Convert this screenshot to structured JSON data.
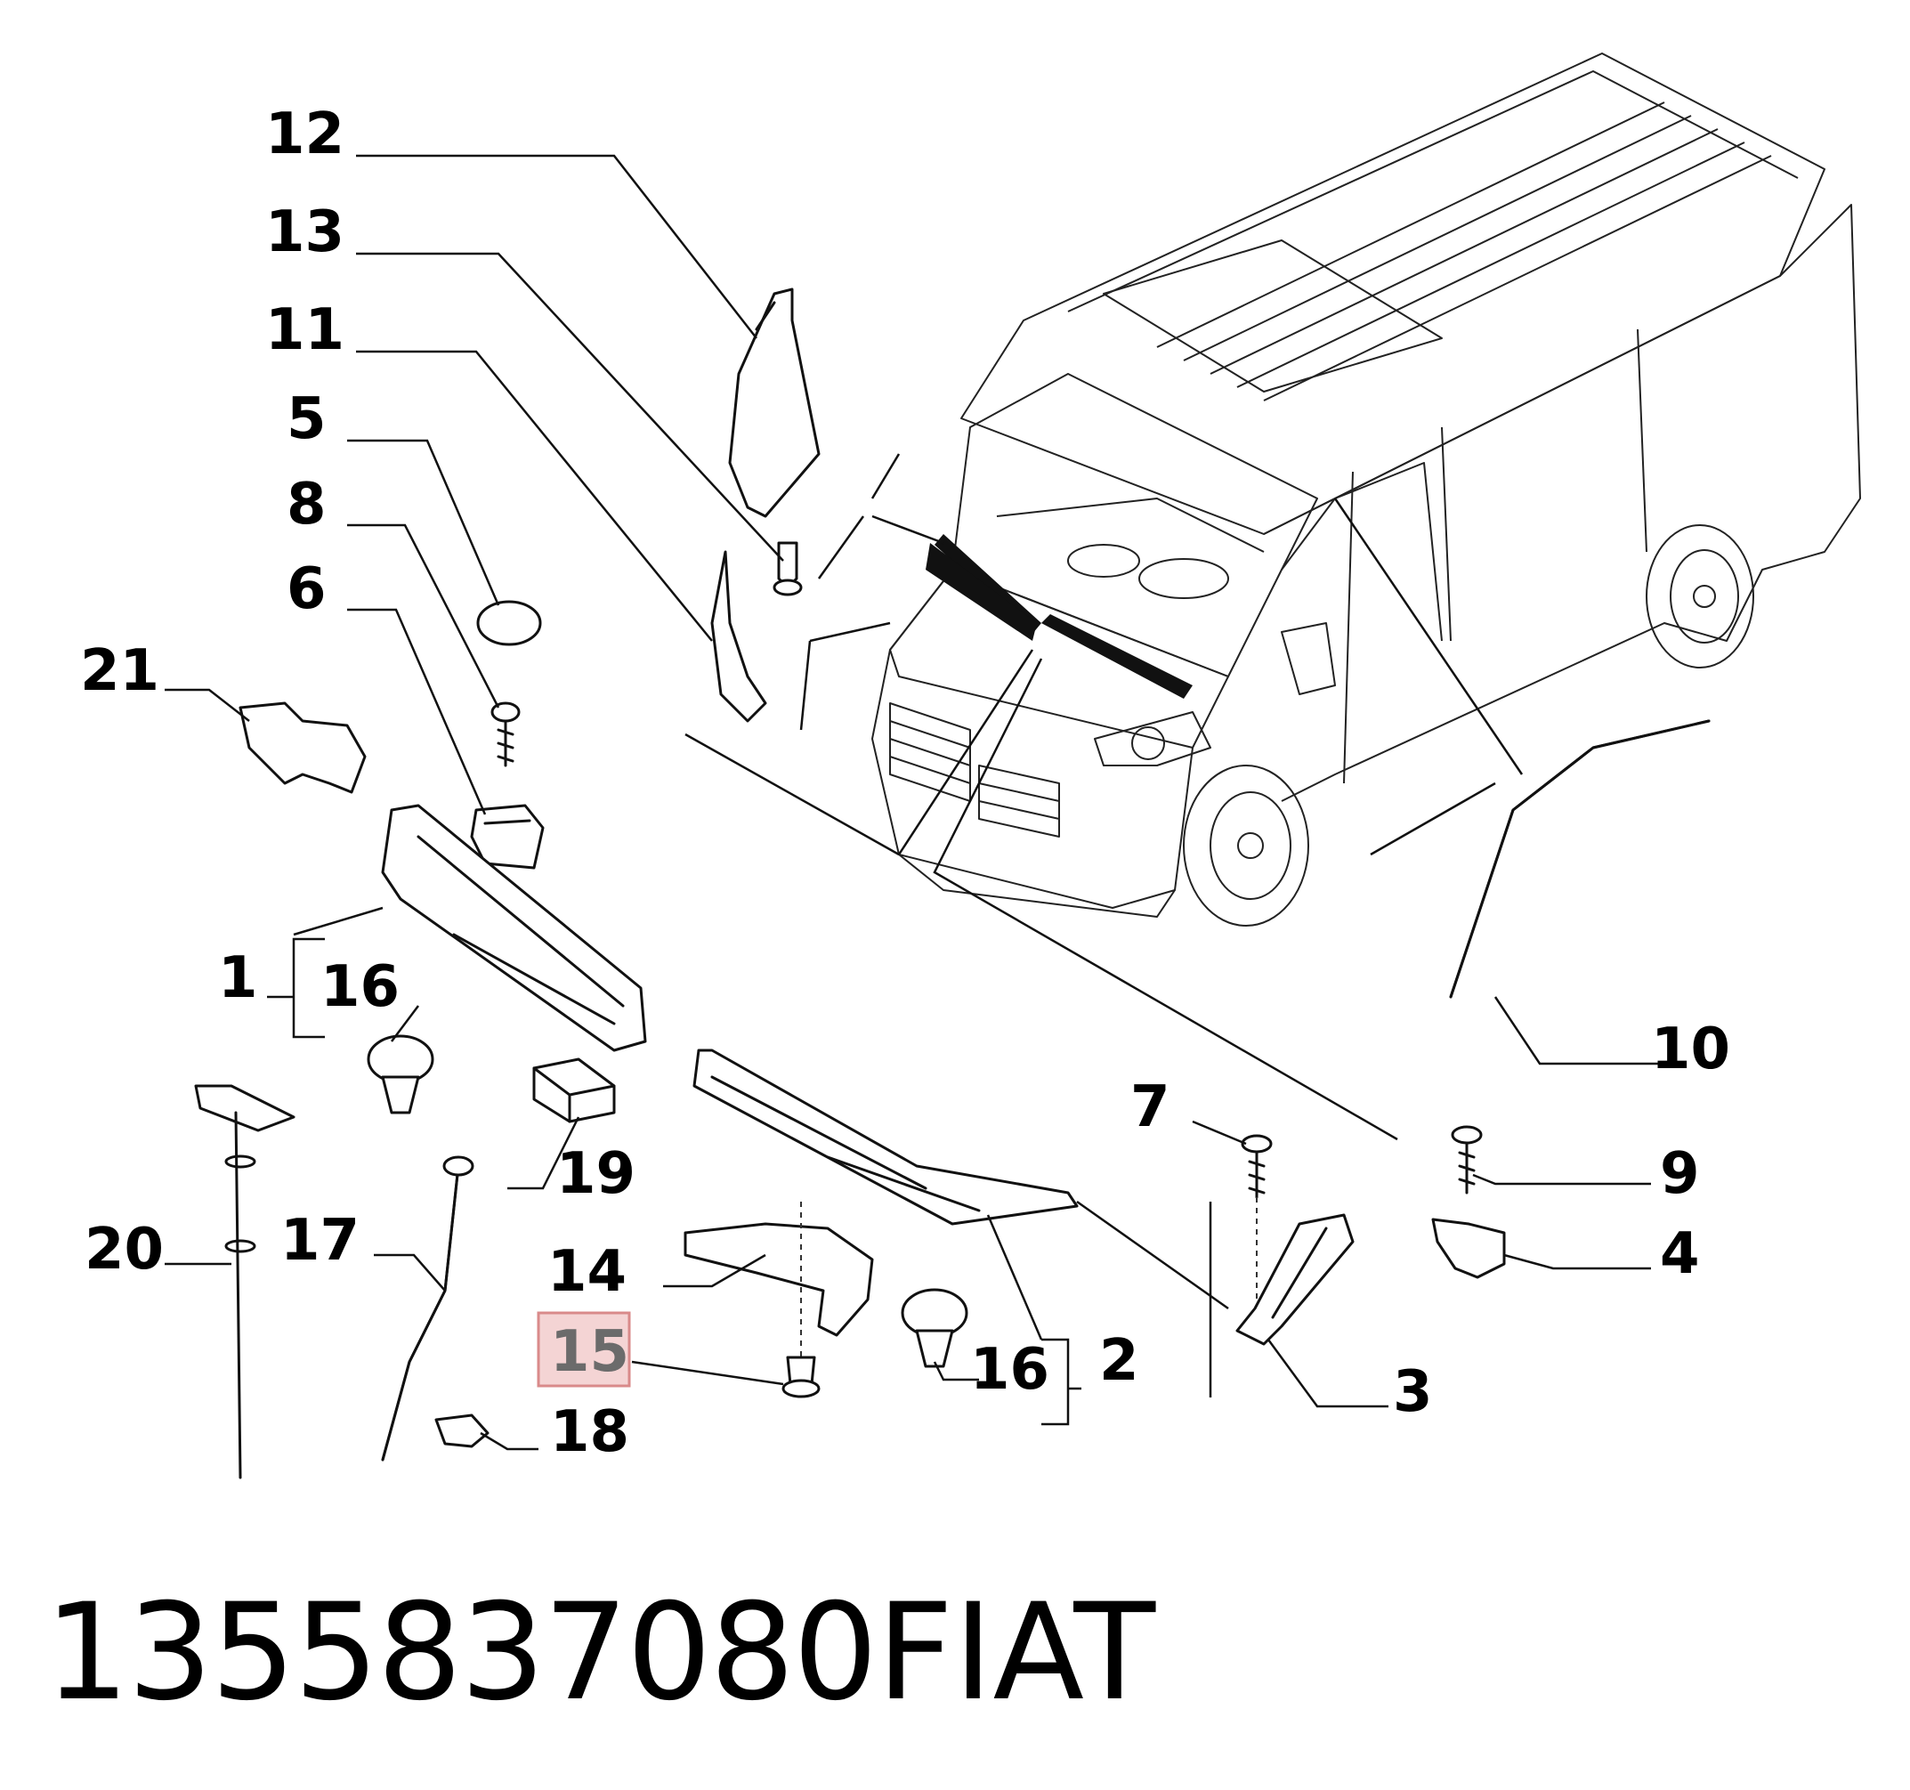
{
  "callouts": {
    "c1": "1",
    "c2": "2",
    "c3": "3",
    "c4": "4",
    "c5": "5",
    "c6": "6",
    "c7": "7",
    "c8": "8",
    "c9": "9",
    "c10": "10",
    "c11": "11",
    "c12": "12",
    "c13": "13",
    "c14": "14",
    "c15": "15",
    "c16a": "16",
    "c16b": "16",
    "c17": "17",
    "c18": "18",
    "c19": "19",
    "c20": "20",
    "c21": "21"
  },
  "highlighted_callout": "15",
  "highlight_color": "#f4d4d4",
  "highlight_border": "#d98a8a",
  "caption": {
    "part_number": "1355837080",
    "brand": "FIAT"
  }
}
